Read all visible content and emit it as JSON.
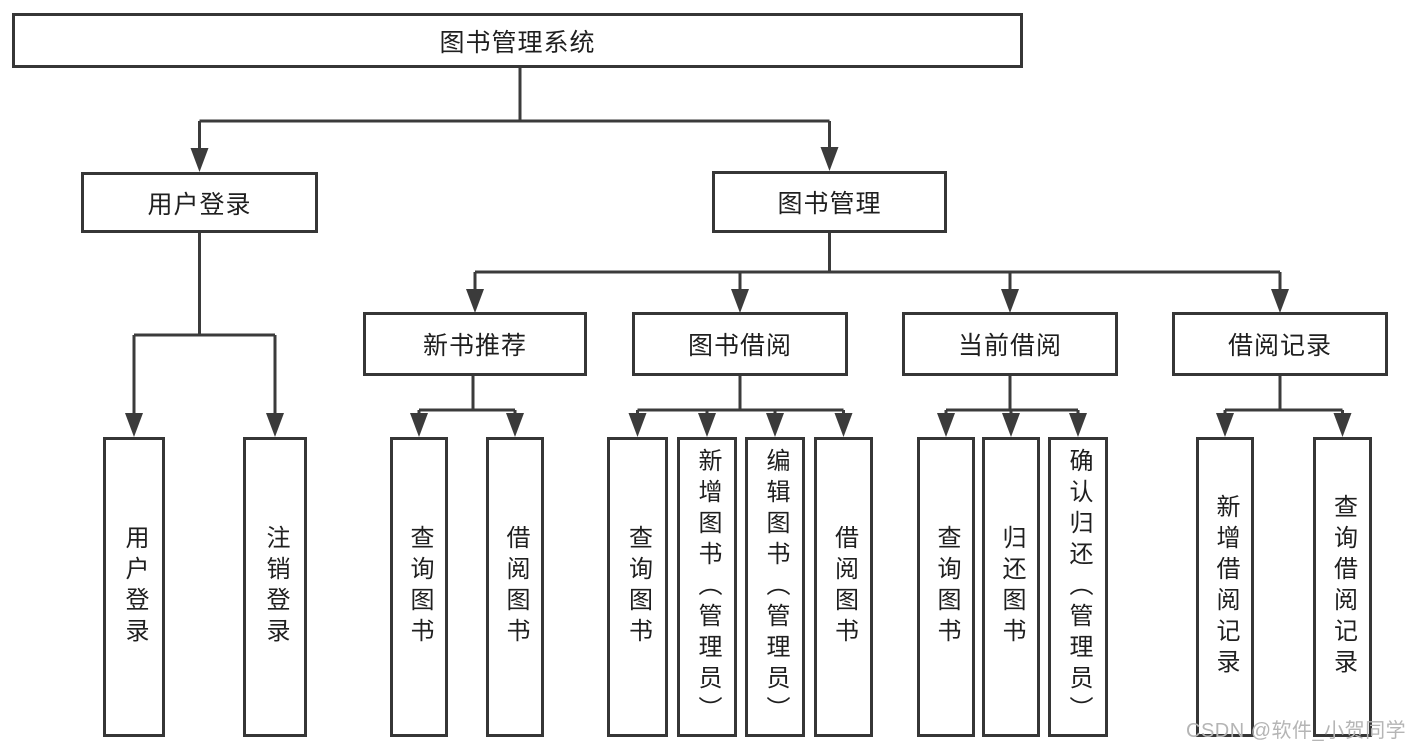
{
  "tree": {
    "root": "图书管理系统",
    "user_login": {
      "label": "用户登录",
      "children": [
        "用户登录",
        "注销登录"
      ]
    },
    "book_mgmt": {
      "label": "图书管理",
      "groups": [
        {
          "label": "新书推荐",
          "children": [
            "查询图书",
            "借阅图书"
          ]
        },
        {
          "label": "图书借阅",
          "children": [
            "查询图书",
            "新增图书（管理员）",
            "编辑图书（管理员）",
            "借阅图书"
          ]
        },
        {
          "label": "当前借阅",
          "children": [
            "查询图书",
            "归还图书",
            "确认归还（管理员）"
          ]
        },
        {
          "label": "借阅记录",
          "children": [
            "新增借阅记录",
            "查询借阅记录"
          ]
        }
      ]
    }
  },
  "watermark": "CSDN @软件_小贺同学",
  "colors": {
    "line": "#3b3b3b",
    "box_border": "#363636",
    "text": "#1f1f1f",
    "watermark": "#b5b5b5",
    "background": "#ffffff"
  }
}
